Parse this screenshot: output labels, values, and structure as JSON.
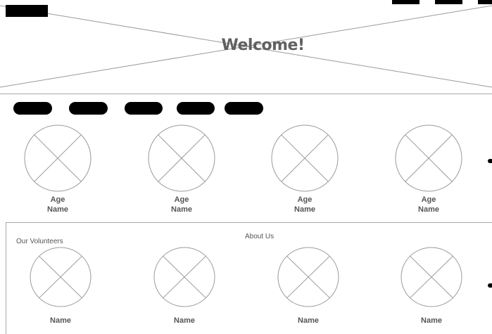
{
  "hero": {
    "title": "Welcome!"
  },
  "nav": {
    "pills": [
      {
        "label": ""
      },
      {
        "label": ""
      },
      {
        "label": ""
      },
      {
        "label": ""
      },
      {
        "label": ""
      }
    ]
  },
  "profiles": [
    {
      "age": "Age",
      "name": "Name"
    },
    {
      "age": "Age",
      "name": "Name"
    },
    {
      "age": "Age",
      "name": "Name"
    },
    {
      "age": "Age",
      "name": "Name"
    }
  ],
  "lower": {
    "left_heading": "Our Volunteers",
    "center_heading": "About Us",
    "volunteers": [
      {
        "name": "Name"
      },
      {
        "name": "Name"
      },
      {
        "name": "Name"
      },
      {
        "name": "Name"
      }
    ]
  }
}
